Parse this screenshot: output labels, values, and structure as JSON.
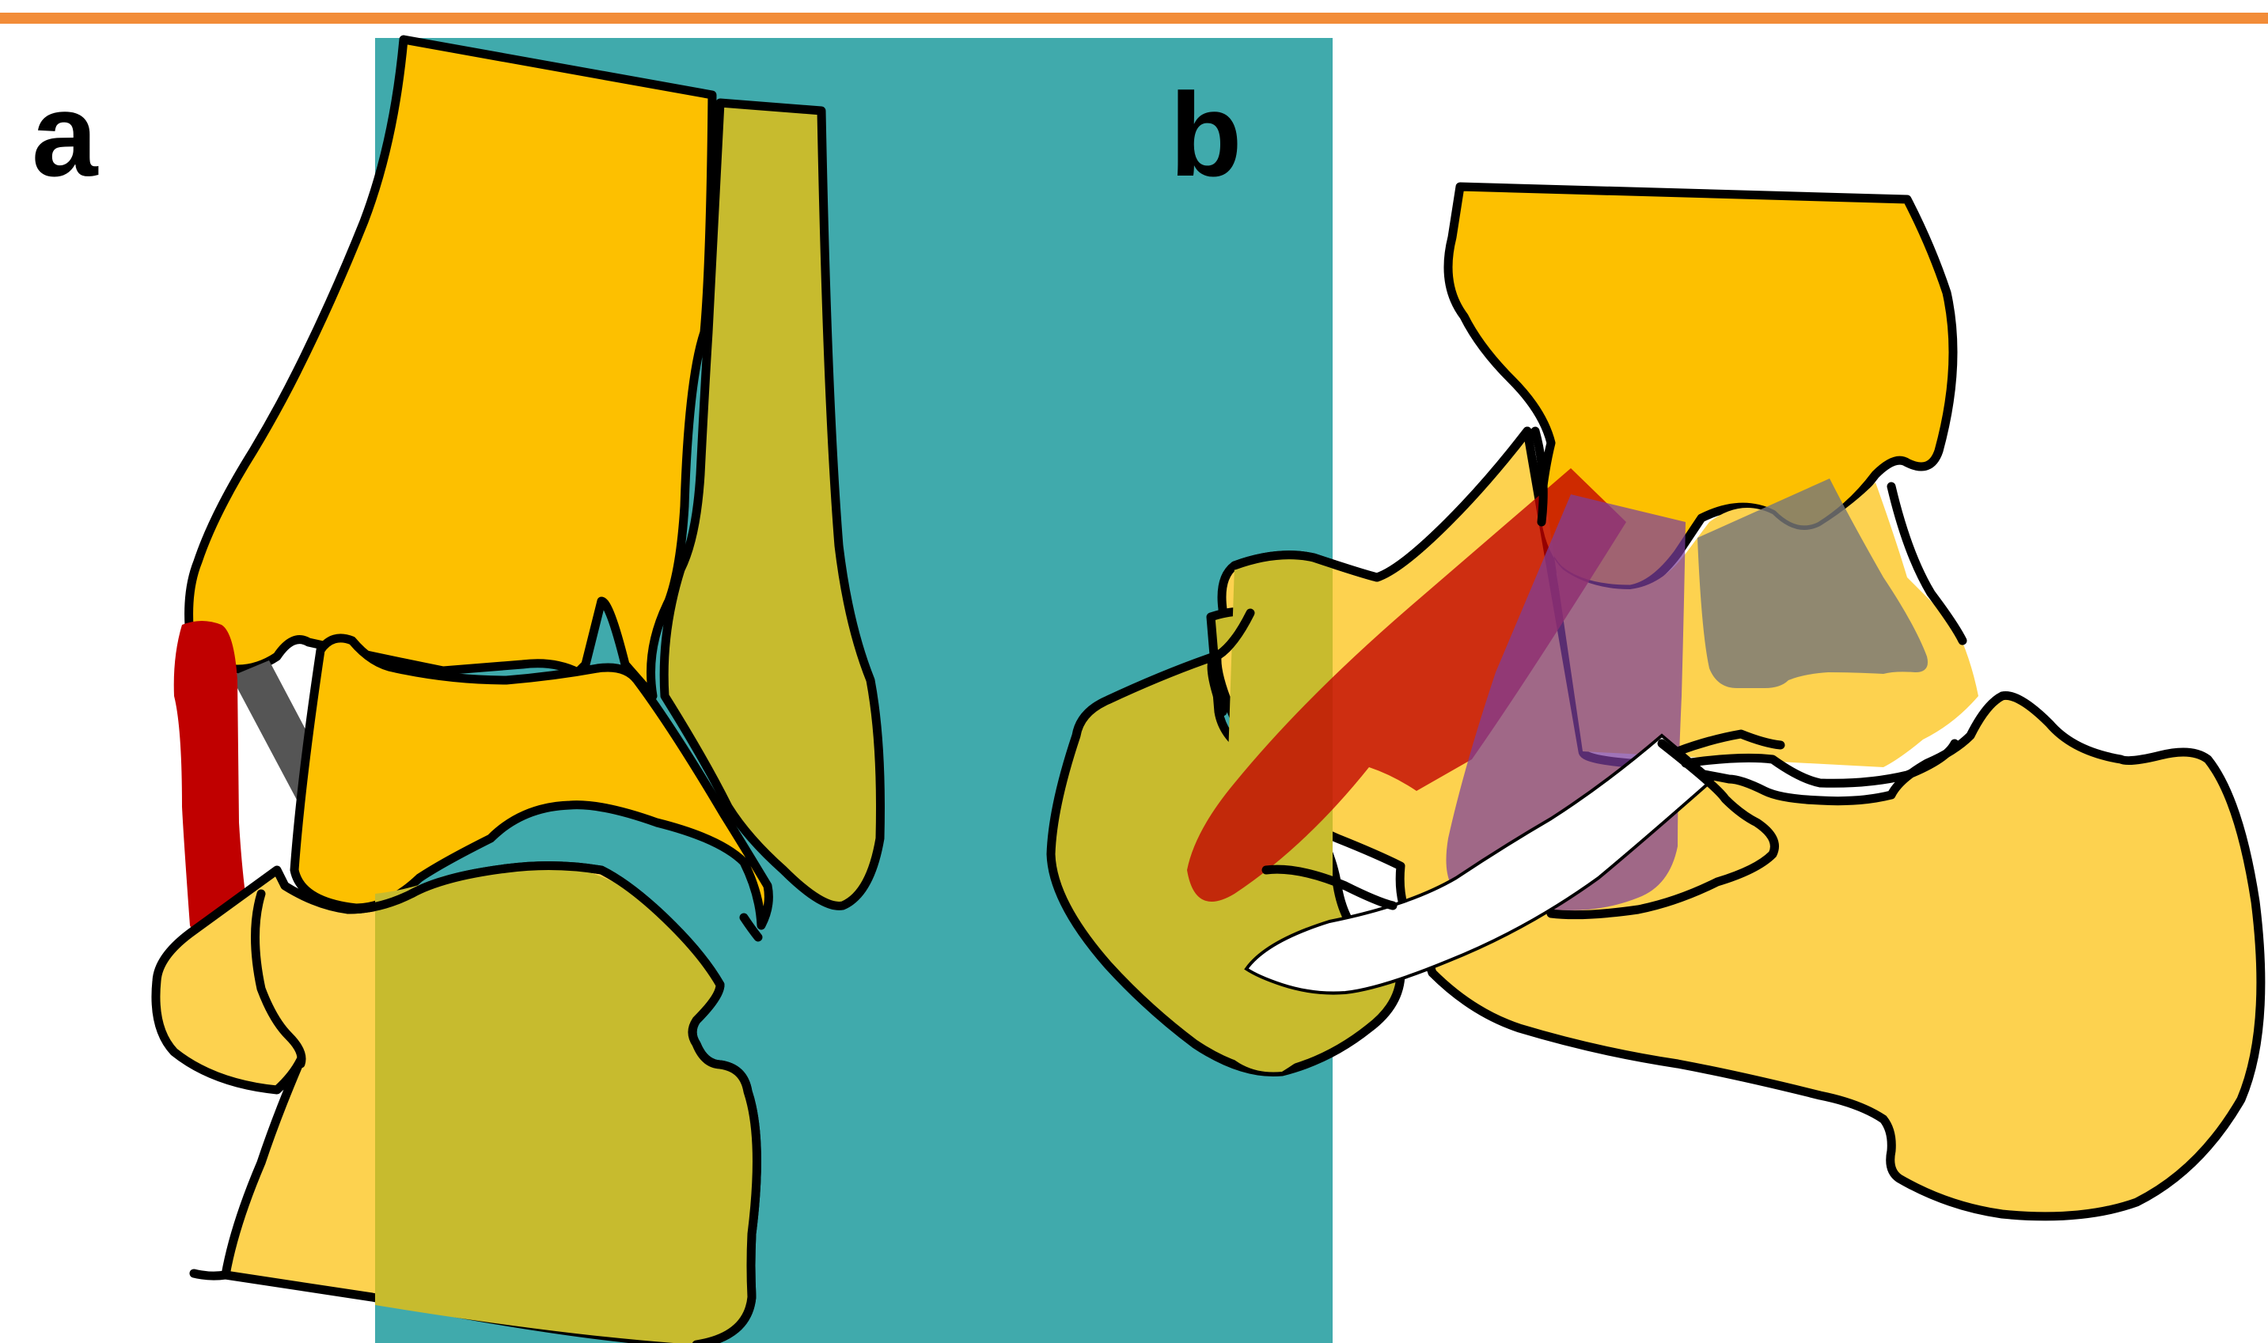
{
  "panels": [
    {
      "id": "a",
      "label": "a"
    },
    {
      "id": "b",
      "label": "b"
    }
  ],
  "colors": {
    "top_rule": "#f28c38",
    "highlight_band": "#40aaac",
    "tibia": "#fdc000",
    "fibula": "#c7bb2e",
    "talus_and_calcaneus": "#fdd24f",
    "navicular_region": "#c8bb2e",
    "red_ligament": "#c00000",
    "dark_ligament": "#555555",
    "purple_ligament": "#7b3f9d",
    "grey_ligament": "#808080",
    "white_ligament": "#ffffff"
  }
}
